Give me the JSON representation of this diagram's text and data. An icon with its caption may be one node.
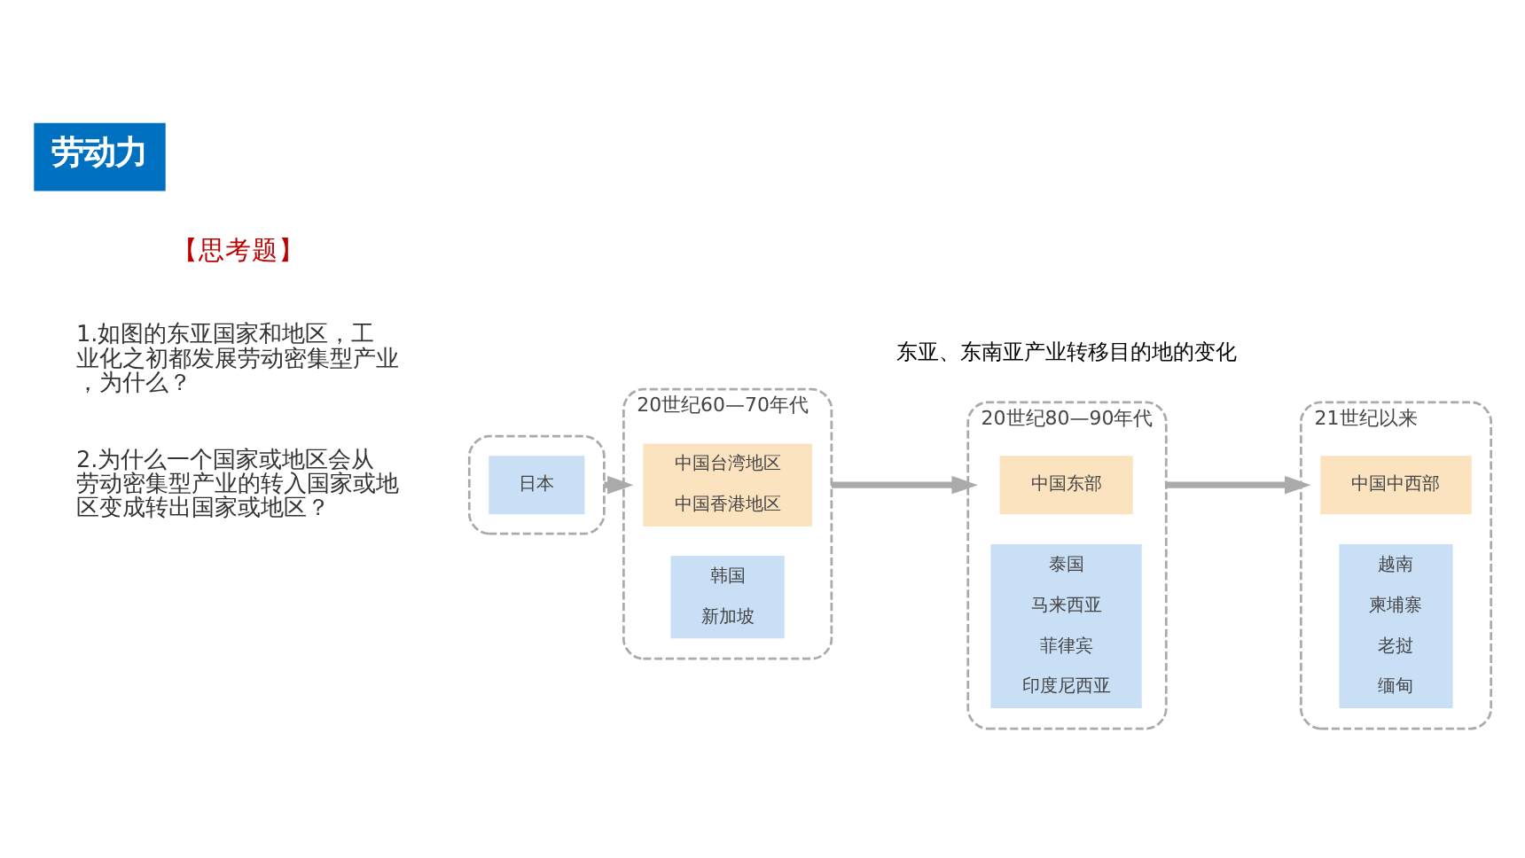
{
  "diagram": {
    "title": "劳动力",
    "caption": "东亚、东南亚产业转移目的地的变化",
    "nodes": [
      {
        "text": [],
        "shape": "box"
      },
      {
        "text": [
          "日本"
        ],
        "in": 0
      },
      {
        "text": [
          "20世纪60—70年代"
        ]
      },
      {
        "text": [
          "中国台湾地区",
          "中国香港地区"
        ],
        "in": 2
      },
      {
        "text": [
          "韩国",
          "新加坡"
        ],
        "in": 2
      },
      {
        "text": [
          "20世纪80—90年代"
        ]
      },
      {
        "text": [
          "中国东部"
        ],
        "in": 5
      },
      {
        "text": [
          "泰国",
          "马来西亚",
          "菲律宾",
          "印度尼西亚"
        ],
        "in": 5
      },
      {
        "text": [
          "21世纪以来"
        ]
      },
      {
        "text": [
          "中国中西部"
        ],
        "in": 8
      },
      {
        "text": [
          "越南",
          "柬埔寨",
          "老挝",
          "缅甸"
        ],
        "in": 8
      }
    ],
    "edges": [
      {
        "from": 0,
        "to": 2,
        "arrow": "to"
      },
      {
        "from": 2,
        "to": 5,
        "arrow": "to"
      },
      {
        "from": 5,
        "to": 8,
        "arrow": "to"
      }
    ],
    "labels": [
      "【思考题】",
      "1.如图的东亚国家和地区，工业化之初都发展劳动密集型产业，为什么？",
      "2.为什么一个国家或地区会从劳动密集型产业的转入国家或地区变成转出国家或地区？"
    ]
  }
}
